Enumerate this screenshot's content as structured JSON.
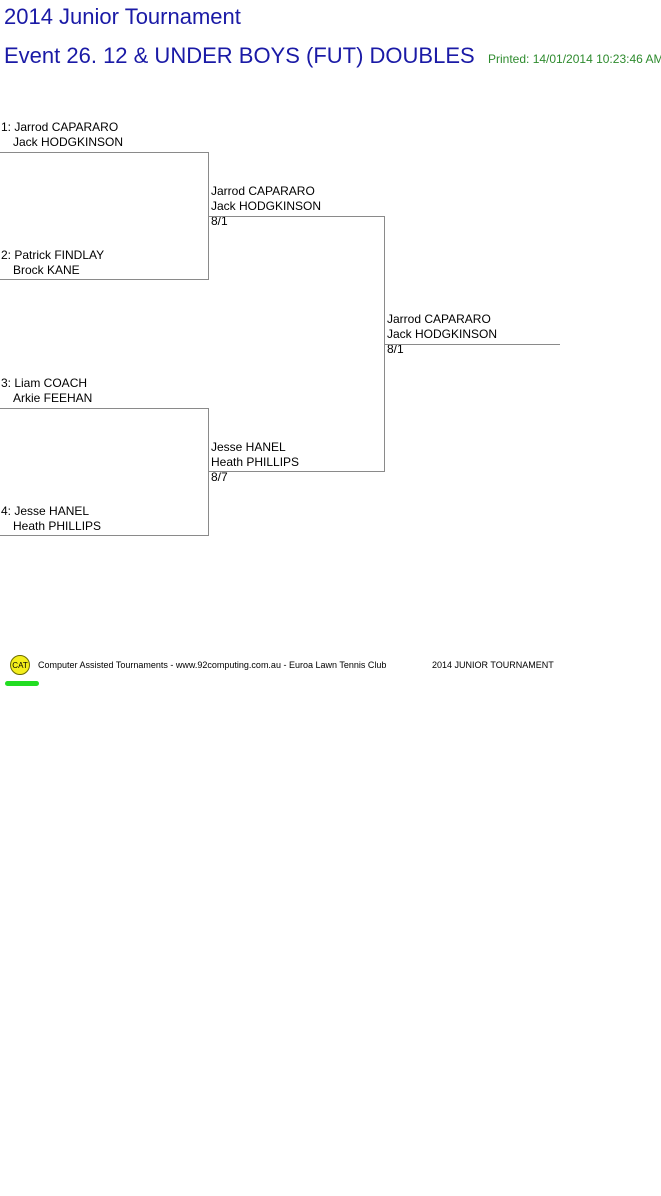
{
  "header": {
    "title": "2014 Junior Tournament",
    "event": "Event 26. 12 & UNDER BOYS (FUT) DOUBLES",
    "printed": "Printed: 14/01/2014 10:23:46 AM"
  },
  "round1": [
    {
      "seed_player1": "1: Jarrod CAPARARO",
      "player2": "Jack HODGKINSON"
    },
    {
      "seed_player1": "2: Patrick FINDLAY",
      "player2": "Brock KANE"
    },
    {
      "seed_player1": "3: Liam COACH",
      "player2": "Arkie FEEHAN"
    },
    {
      "seed_player1": "4: Jesse HANEL",
      "player2": "Heath PHILLIPS"
    }
  ],
  "round2": [
    {
      "player1": "Jarrod CAPARARO",
      "player2": "Jack HODGKINSON",
      "score": "8/1"
    },
    {
      "player1": "Jesse HANEL",
      "player2": "Heath PHILLIPS",
      "score": "8/7"
    }
  ],
  "final": {
    "player1": "Jarrod CAPARARO",
    "player2": "Jack HODGKINSON",
    "score": "8/1"
  },
  "footer": {
    "logo_text": "CAT",
    "credits": "Computer Assisted Tournaments - www.92computing.com.au -  Euroa Lawn Tennis Club",
    "tournament": "2014 JUNIOR TOURNAMENT"
  }
}
